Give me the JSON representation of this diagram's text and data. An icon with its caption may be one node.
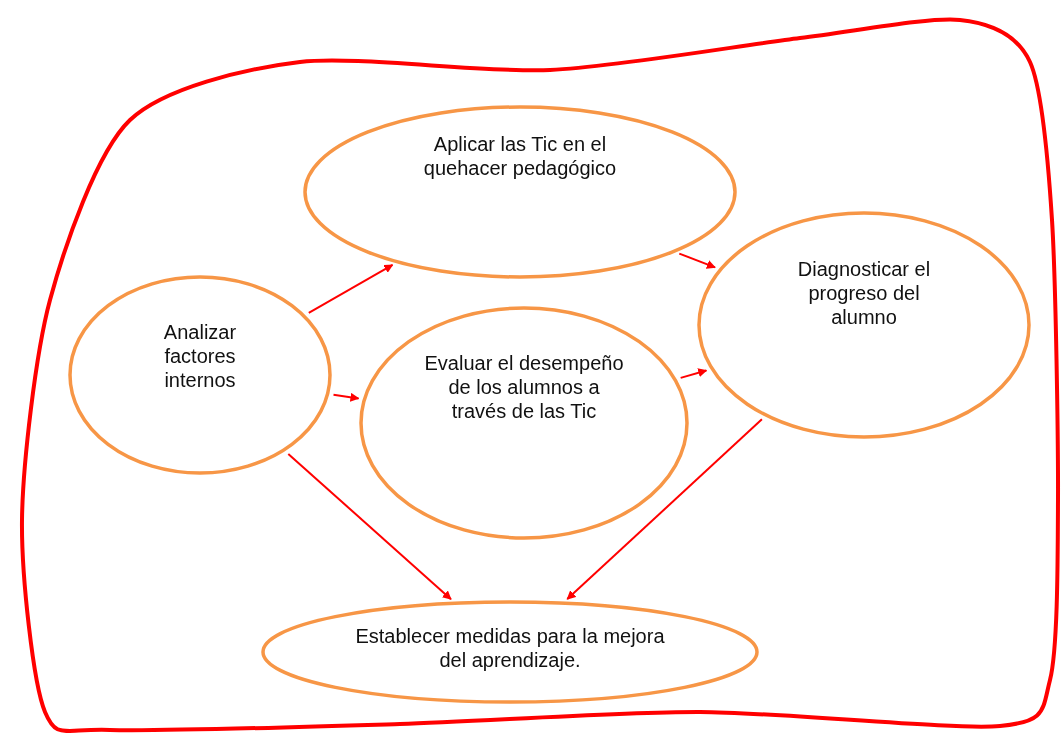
{
  "diagram": {
    "nodes": [
      {
        "text": [
          "Aplicar las Tic en el quehacer pedagógico"
        ]
      },
      {
        "text": [
          "Analizar factores internos"
        ]
      },
      {
        "text": [
          "Evaluar el desempeño de los alumnos a través de las Tic"
        ]
      },
      {
        "text": [
          "Diagnosticar el progreso del alumno"
        ]
      },
      {
        "text": [
          "Establecer medidas para la mejora del aprendizaje."
        ]
      }
    ],
    "edges": [
      {
        "from": 1,
        "to": 0,
        "arrow": "to"
      },
      {
        "from": 0,
        "to": 3,
        "arrow": "to"
      },
      {
        "from": 1,
        "to": 2,
        "arrow": "to"
      },
      {
        "from": 2,
        "to": 3,
        "arrow": "to"
      },
      {
        "from": 1,
        "to": 4,
        "arrow": "to"
      },
      {
        "from": 3,
        "to": 4,
        "arrow": "to"
      }
    ]
  }
}
